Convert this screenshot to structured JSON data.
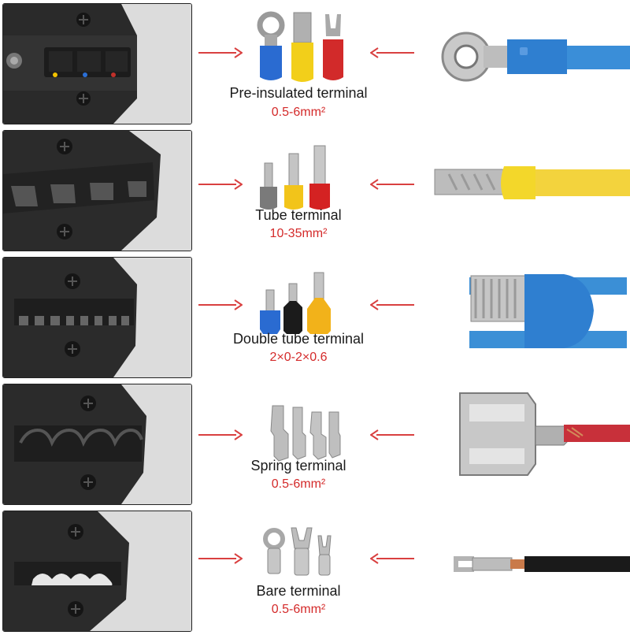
{
  "colors": {
    "arrow": "#d94040",
    "range_text": "#d42a2a",
    "label_text": "#1a1a1a",
    "frame": "#222222"
  },
  "terminals": [
    {
      "name": "Pre-insulated terminal",
      "range": "0.5-6mm²"
    },
    {
      "name": "Tube terminal",
      "range": "10-35mm²"
    },
    {
      "name": "Double tube terminal",
      "range": "2×0-2×0.6"
    },
    {
      "name": "Spring terminal",
      "range": "0.5-6mm²"
    },
    {
      "name": "Bare terminal",
      "range": "0.5-6mm²"
    }
  ]
}
